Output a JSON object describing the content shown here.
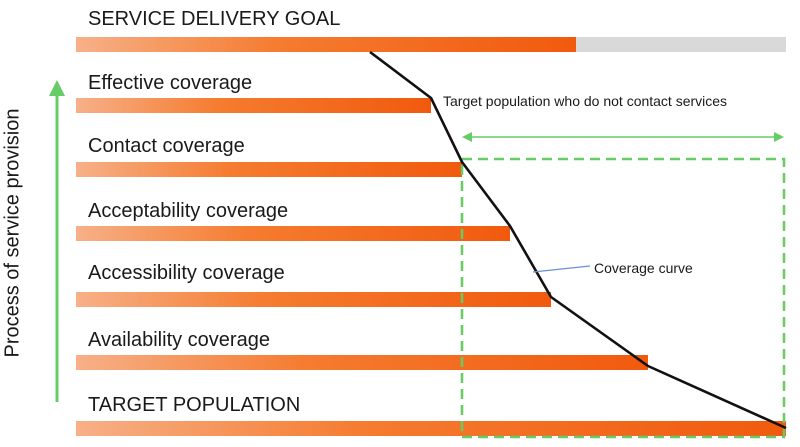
{
  "title": "SERVICE DELIVERY GOAL",
  "y_axis_label": "Process of service provision",
  "levels": [
    {
      "label": "Effective coverage"
    },
    {
      "label": "Contact coverage"
    },
    {
      "label": "Acceptability coverage"
    },
    {
      "label": "Accessibility coverage"
    },
    {
      "label": "Availability coverage"
    },
    {
      "label": "TARGET POPULATION"
    }
  ],
  "annotations": {
    "gap": "Target population who do not contact services",
    "curve": "Coverage curve"
  },
  "colors": {
    "bar": "#f15a0e",
    "goal_remainder": "#d9d9d9",
    "arrow": "#66cc66",
    "dashed_box": "#66cc66",
    "curve": "#111111",
    "callout": "#6b8fd6"
  }
}
